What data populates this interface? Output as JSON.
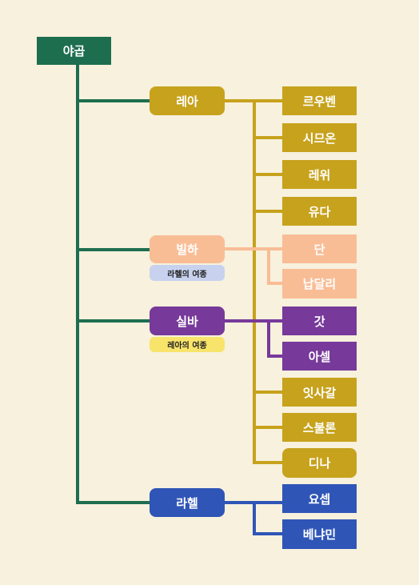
{
  "colors": {
    "background": "#f7f1dd",
    "jacob": "#1d6e4f",
    "leah": "#c7a21c",
    "bilhah": "#f9bd96",
    "zilpah": "#77399a",
    "rachel": "#2f55b7",
    "bilhah_tag": "#c8d2ef",
    "zilpah_tag": "#f8e46b"
  },
  "root": {
    "name": "야곱"
  },
  "wives": [
    {
      "name": "레아",
      "children": [
        "르우벤",
        "시므온",
        "레위",
        "유다",
        "잇사갈",
        "스불론",
        "디나"
      ]
    },
    {
      "name": "빌하",
      "note": "라헬의 여종",
      "children": [
        "단",
        "납달리"
      ]
    },
    {
      "name": "실바",
      "note": "레아의 여종",
      "children": [
        "갓",
        "아셀"
      ]
    },
    {
      "name": "라헬",
      "children": [
        "요셉",
        "베냐민"
      ]
    }
  ]
}
